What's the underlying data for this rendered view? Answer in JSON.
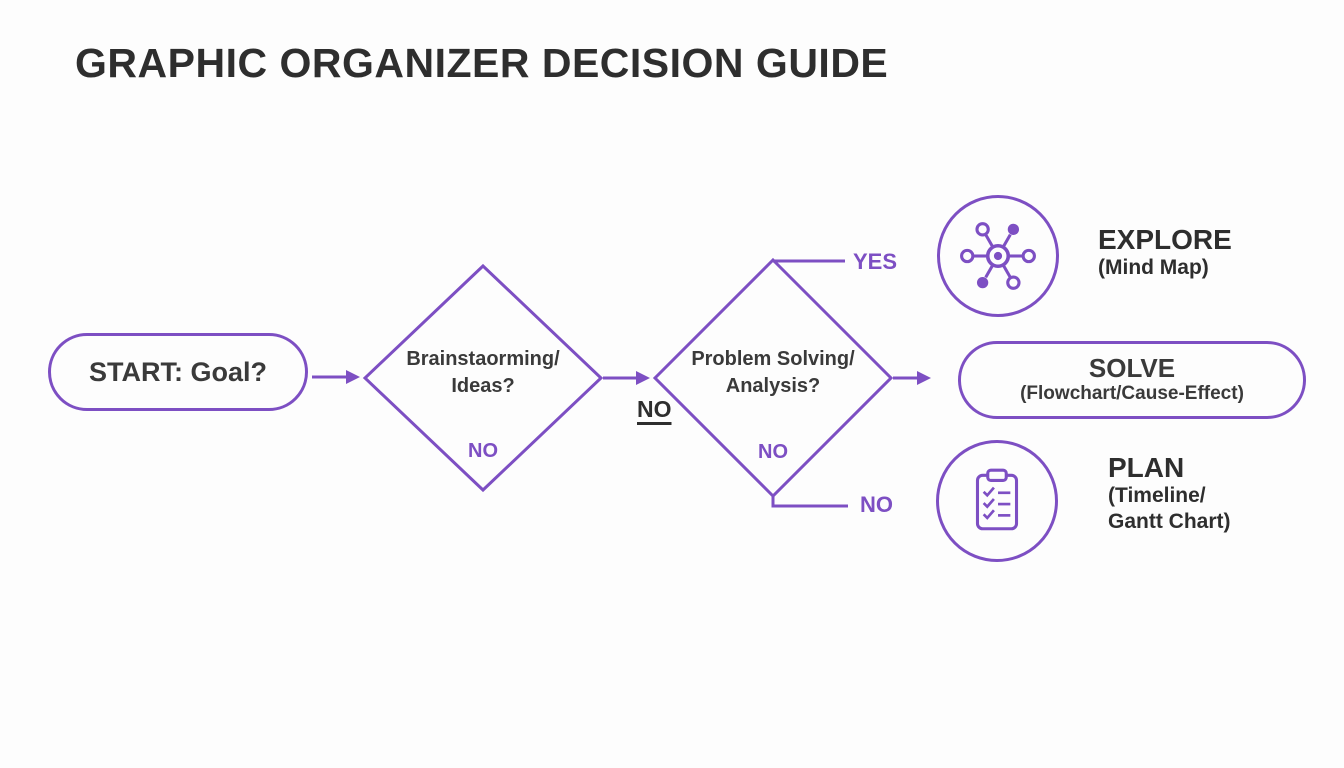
{
  "title": "GRAPHIC ORGANIZER DECISION GUIDE",
  "colors": {
    "accent": "#7d4fc3",
    "title_text": "#2e2e2e",
    "body_text": "#3a3a3a",
    "background": "#fdfdfd"
  },
  "flow": {
    "start": {
      "label": "START: Goal?"
    },
    "decision1": {
      "line1": "Brainstaorming/",
      "line2": "Ideas?",
      "no_inside": "NO"
    },
    "edge_no_mid": "NO",
    "decision2": {
      "line1": "Problem Solving/",
      "line2": "Analysis?",
      "no_inside": "NO"
    },
    "edge_yes": "YES",
    "edge_no_bottom": "NO",
    "outcomes": {
      "explore": {
        "title": "EXPLORE",
        "subtitle": "(Mind Map)",
        "icon": "mind-map-icon"
      },
      "solve": {
        "title": "SOLVE",
        "subtitle": "(Flowchart/Cause-Effect)"
      },
      "plan": {
        "title": "PLAN",
        "subtitle_line1": "(Timeline/",
        "subtitle_line2": "Gantt Chart)",
        "icon": "clipboard-checklist-icon"
      }
    }
  }
}
